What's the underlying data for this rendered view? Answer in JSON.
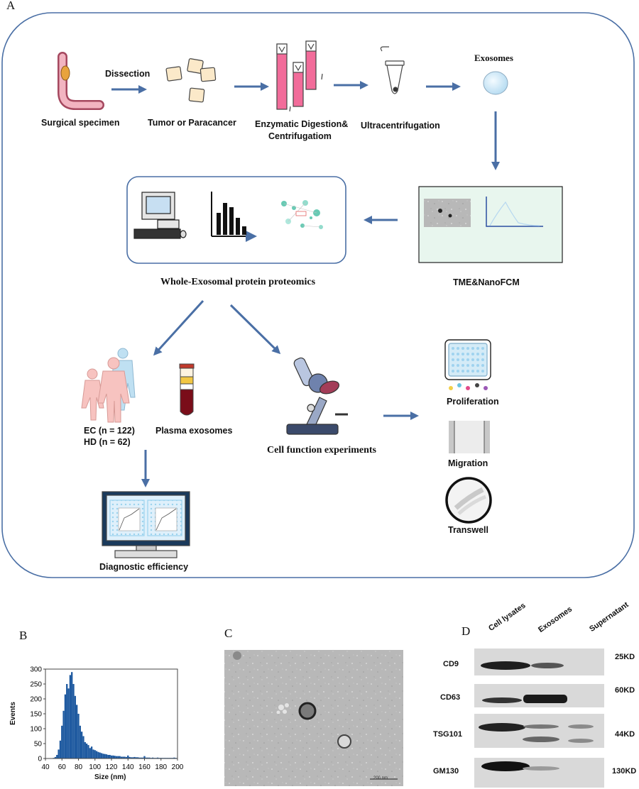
{
  "panels": {
    "a": "A",
    "b": "B",
    "c": "C",
    "d": "D"
  },
  "workflow": {
    "dissection_label": "Dissection",
    "surgical_specimen": "Surgical specimen",
    "tumor_or_paracancer": "Tumor or Paracancer",
    "enzymatic_line1": "Enzymatic Digestion&",
    "enzymatic_line2": "Centrifugatiom",
    "ultracentrifugation": "Ultracentrifugation",
    "exosomes": "Exosomes",
    "tme_nanofcm": "TME&NanoFCM",
    "proteomics": "Whole-Exosomal protein proteomics",
    "ec_count": "EC (n = 122)",
    "hd_count": "HD (n = 62)",
    "plasma_exosomes": "Plasma exosomes",
    "cell_function": "Cell function experiments",
    "proliferation": "Proliferation",
    "migration": "Migration",
    "transwell": "Transwell",
    "diagnostic_efficiency": "Diagnostic efficiency"
  },
  "colors": {
    "arrow": "#4a6fa5",
    "border": "#4a6fa5",
    "histogram": "#1f5aa0",
    "panel_bg": "#e8f6ee"
  },
  "chart_data": {
    "type": "bar",
    "xlabel": "Size (nm)",
    "ylabel": "Events",
    "xlim": [
      40,
      200
    ],
    "ylim": [
      0,
      300
    ],
    "xticks": [
      "40",
      "60",
      "80",
      "100",
      "120",
      "140",
      "160",
      "180",
      "200"
    ],
    "yticks": [
      "0",
      "50",
      "100",
      "150",
      "200",
      "250",
      "300"
    ],
    "bin_width": 2,
    "x": [
      50,
      52,
      54,
      56,
      58,
      60,
      62,
      64,
      66,
      68,
      70,
      72,
      74,
      76,
      78,
      80,
      82,
      84,
      86,
      88,
      90,
      92,
      94,
      96,
      98,
      100,
      102,
      104,
      106,
      108,
      110,
      112,
      114,
      116,
      118,
      120,
      122,
      124,
      126,
      128,
      130,
      132,
      134,
      136,
      138,
      140,
      142,
      144,
      146,
      148,
      150,
      152,
      154,
      156,
      158,
      160,
      162,
      164,
      166,
      168,
      170,
      172,
      174,
      176,
      178,
      180,
      182,
      184,
      186,
      188,
      190,
      192,
      194,
      196,
      198
    ],
    "values": [
      2,
      5,
      12,
      30,
      60,
      110,
      160,
      215,
      250,
      235,
      280,
      290,
      250,
      210,
      180,
      150,
      110,
      90,
      75,
      55,
      50,
      45,
      35,
      40,
      30,
      28,
      25,
      22,
      20,
      18,
      16,
      15,
      14,
      12,
      12,
      10,
      10,
      9,
      8,
      8,
      8,
      6,
      6,
      6,
      5,
      10,
      5,
      4,
      4,
      5,
      4,
      4,
      3,
      3,
      3,
      8,
      3,
      3,
      3,
      2,
      3,
      2,
      2,
      3,
      2,
      2,
      2,
      2,
      2,
      2,
      2,
      2,
      2,
      3,
      2
    ]
  },
  "tem": {
    "scale_bar": "200 nm"
  },
  "western_blot": {
    "lanes": [
      "Cell lysates",
      "Exosomes",
      "Supernatant"
    ],
    "rows": [
      {
        "protein": "CD9",
        "size": "25KD"
      },
      {
        "protein": "CD63",
        "size": "60KD"
      },
      {
        "protein": "TSG101",
        "size": "44KD"
      },
      {
        "protein": "GM130",
        "size": "130KD"
      }
    ]
  }
}
